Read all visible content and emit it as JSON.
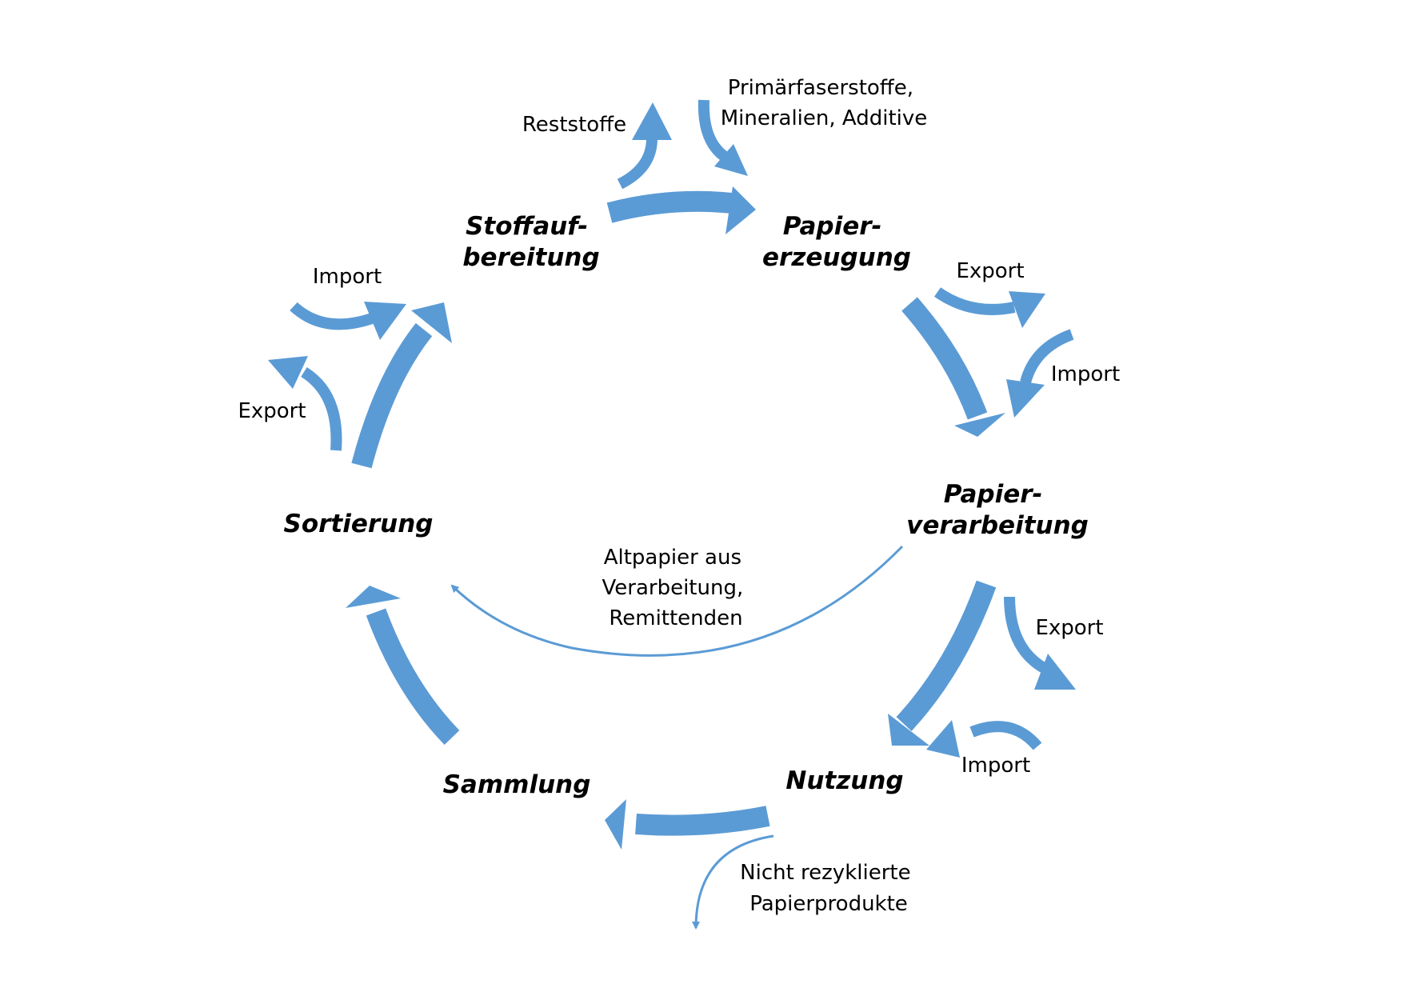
{
  "accent_color": "#5b9bd5",
  "stages": {
    "stoffaufbereitung": [
      "Stoffauf-",
      "bereitung"
    ],
    "papiererzeugung": [
      "Papier-",
      "erzeugung"
    ],
    "papierverarbeitung": [
      "Papier-",
      "verarbeitung"
    ],
    "nutzung": "Nutzung",
    "sammlung": "Sammlung",
    "sortierung": "Sortierung"
  },
  "flows": {
    "reststoffe": "Reststoffe",
    "primaerfaserstoffe": [
      "Primärfaserstoffe,",
      "Mineralien, Additive"
    ],
    "export_papiererzeugung": "Export",
    "import_papierverarbeitung": "Import",
    "export_papierverarbeitung": "Export",
    "import_nutzung": "Import",
    "nicht_rezyklierte": [
      "Nicht rezyklierte",
      "Papierprodukte"
    ],
    "altpapier": [
      "Altpapier aus",
      "Verarbeitung,",
      "Remittenden"
    ],
    "import_sortierung": "Import",
    "export_sortierung": "Export"
  }
}
